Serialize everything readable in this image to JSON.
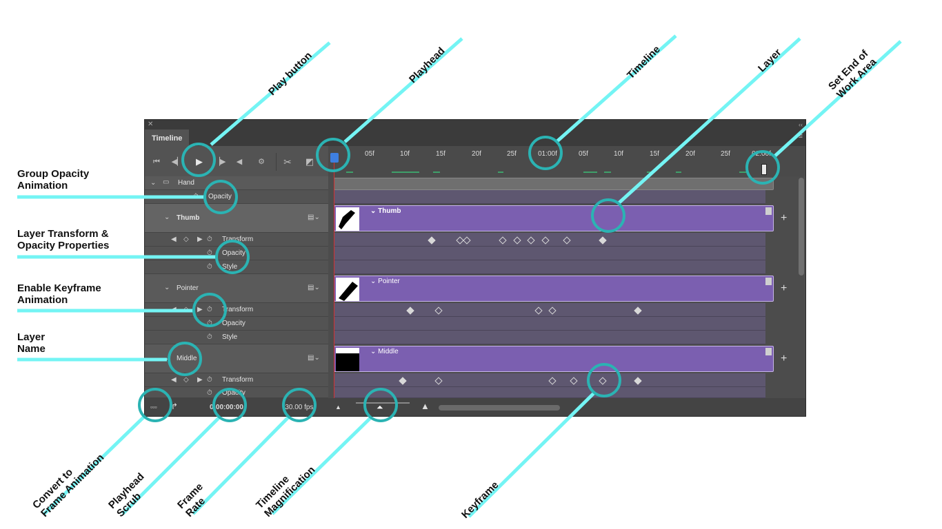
{
  "panel": {
    "tab_title": "Timeline",
    "close_glyph": "✕",
    "collapse_glyph": "‹‹",
    "menu_glyph": "≡"
  },
  "toolbar": {
    "icons": [
      "go-to-first-frame-icon",
      "go-to-previous-frame-icon",
      "play-icon",
      "go-to-next-frame-icon",
      "audio-icon",
      "settings-gear-icon",
      "split-at-playhead-icon",
      "transition-icon"
    ]
  },
  "ruler": {
    "ticks": [
      "05f",
      "10f",
      "15f",
      "20f",
      "25f",
      "01:00f",
      "05f",
      "10f",
      "15f",
      "20f",
      "25f",
      "02:00f"
    ]
  },
  "layers": {
    "group": {
      "name": "Hand",
      "property": "Opacity"
    },
    "thumb": {
      "name": "Thumb",
      "properties": [
        "Transform",
        "Opacity",
        "Style"
      ]
    },
    "pointer": {
      "name": "Pointer",
      "properties": [
        "Transform",
        "Opacity",
        "Style"
      ]
    },
    "middle": {
      "name": "Middle",
      "properties": [
        "Transform",
        "Opacity"
      ]
    }
  },
  "clips": {
    "thumb": "Thumb",
    "pointer": "Pointer",
    "middle": "Middle",
    "add_glyph": "+"
  },
  "bottombar": {
    "timecode": "0:00:00:00",
    "frame_rate": "(30.00 fps)"
  },
  "annotations": {
    "play_button": "Play button",
    "playhead": "Playhead",
    "timeline": "Timeline",
    "layer": "Layer",
    "set_end_work_area": "Set End of\nWork Area",
    "group_opacity": "Group Opacity\nAnimation",
    "layer_transform": "Layer Transform &\nOpacity Properties",
    "enable_keyframe": "Enable Keyframe\nAnimation",
    "layer_name": "Layer\nName",
    "convert_frame": "Convert to\nFrame Animation",
    "playhead_scrub": "Playhead\nScrub",
    "frame_rate": "Frame\nRate",
    "timeline_mag": "Timeline\nMagnification",
    "keyframe": "Keyframe"
  },
  "colors": {
    "annotation_line": "#74f4f4",
    "annotation_circle": "#2bb3b3",
    "clip_purple": "#7b5fb0",
    "playhead_red": "#d43030"
  }
}
